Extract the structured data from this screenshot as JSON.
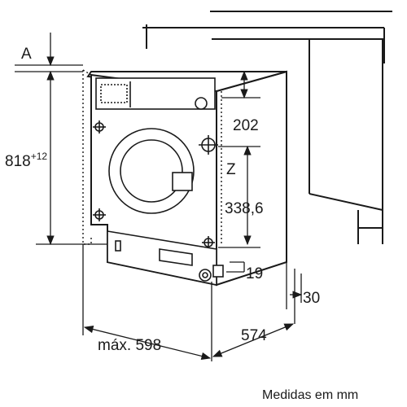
{
  "diagram": {
    "labels": {
      "a": "A",
      "height": "818",
      "height_tolerance": "+12",
      "z": "Z",
      "dim_202": "202",
      "dim_338": "338,6",
      "dim_19": "19",
      "dim_30": "30",
      "width_max": "máx. 598",
      "depth": "574"
    },
    "caption": "Medidas em mm"
  }
}
